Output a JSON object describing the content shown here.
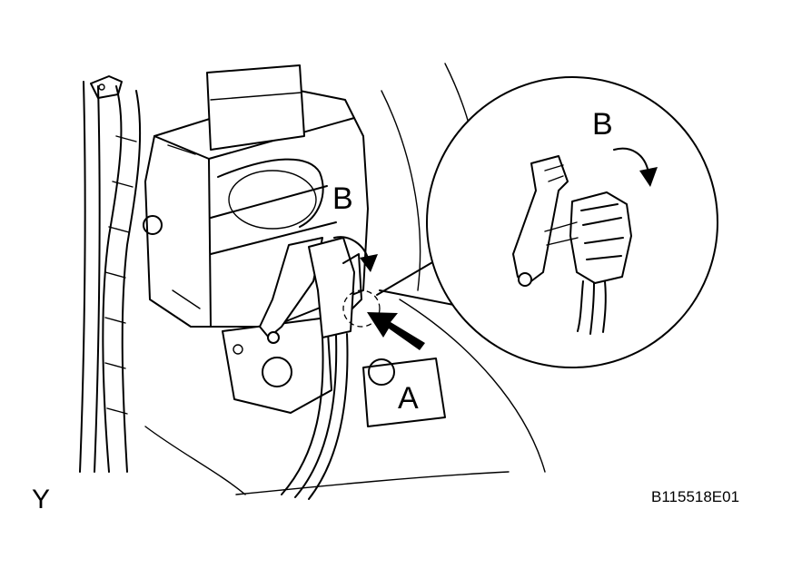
{
  "labels": {
    "callout_a": "A",
    "callout_b_main": "B",
    "callout_b_inset": "B",
    "corner_mark": "Y",
    "figure_code": "B115518E01"
  },
  "colors": {
    "line": "#000000",
    "background": "#ffffff"
  }
}
